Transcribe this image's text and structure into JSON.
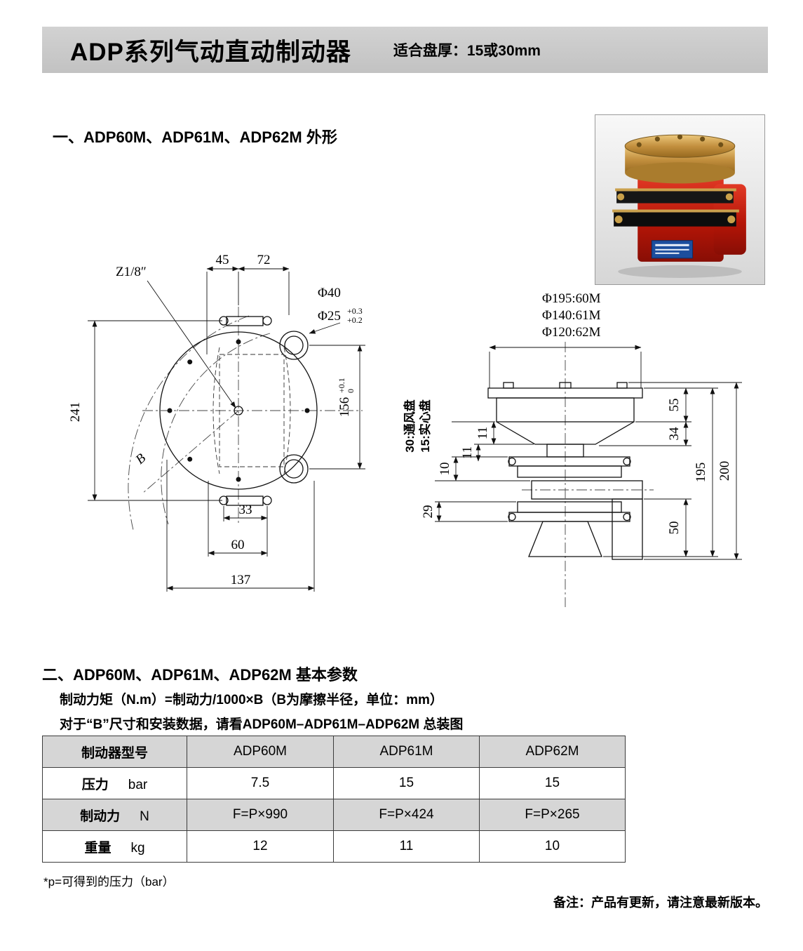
{
  "header": {
    "title": "ADP系列气动直动制动器",
    "subtitle": "适合盘厚：15或30mm"
  },
  "section1": {
    "heading": "一、ADP60M、ADP61M、ADP62M 外形"
  },
  "front_view": {
    "thread_label": "Z1/8″",
    "dim_45": "45",
    "dim_72": "72",
    "dim_phi40": "Φ40",
    "dim_phi25": "Φ25",
    "phi25_tol_upper": "+0.3",
    "phi25_tol_lower": "+0.2",
    "dim_156": "156",
    "d156_tol_upper": "+0.1",
    "d156_tol_lower": "0",
    "dim_241": "241",
    "dim_B": "B",
    "dim_33": "33",
    "dim_60": "60",
    "dim_137": "137"
  },
  "side_view": {
    "phi_labels": [
      "Φ195:60M",
      "Φ140:61M",
      "Φ120:62M"
    ],
    "disc_type_30": "30:通风盘",
    "disc_type_15": "15:实心盘",
    "dim_55": "55",
    "dim_34": "34",
    "dim_11a": "11",
    "dim_11b": "11",
    "dim_10": "10",
    "dim_29": "29",
    "dim_50": "50",
    "dim_195": "195",
    "dim_200": "200"
  },
  "section2": {
    "heading": "二、ADP60M、ADP61M、ADP62M 基本参数",
    "formula": "制动力矩（N.m）=制动力/1000×B（B为摩擦半径，单位：mm）",
    "note": "对于“B”尺寸和安装数据，请看ADP60M–ADP61M–ADP62M 总装图",
    "table": {
      "headers": [
        "制动器型号",
        "ADP60M",
        "ADP61M",
        "ADP62M"
      ],
      "rows": [
        {
          "label": "压力",
          "unit": "bar",
          "values": [
            "7.5",
            "15",
            "15"
          ]
        },
        {
          "label": "制动力",
          "unit": "N",
          "values": [
            "F=P×990",
            "F=P×424",
            "F=P×265"
          ]
        },
        {
          "label": "重量",
          "unit": "kg",
          "values": [
            "12",
            "11",
            "10"
          ]
        }
      ]
    },
    "footnote": "*p=可得到的压力（bar）"
  },
  "remark": "备注：产品有更新，请注意最新版本。"
}
